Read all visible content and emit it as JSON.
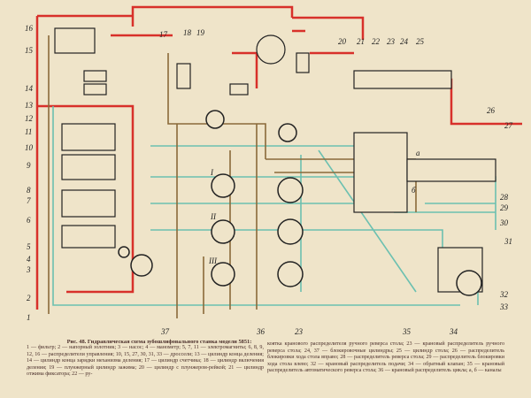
{
  "colors": {
    "background": "#efe4c9",
    "pressure_line": "#d8302a",
    "drain_line": "#6cc0b0",
    "control_line": "#8a6a3a",
    "outline": "#222222"
  },
  "labels": {
    "left": [
      "16",
      "15",
      "14",
      "13",
      "12",
      "11",
      "10",
      "9",
      "8",
      "7",
      "6",
      "5",
      "4",
      "3",
      "2",
      "1"
    ],
    "top": [
      "17",
      "18",
      "19",
      "20",
      "21",
      "22",
      "23",
      "24",
      "25"
    ],
    "right": [
      "26",
      "27",
      "28",
      "29",
      "30",
      "31",
      "32",
      "33"
    ],
    "bottom": [
      "37",
      "36",
      "23",
      "35",
      "34"
    ],
    "roman": [
      "I",
      "II",
      "III"
    ],
    "channels": [
      "а",
      "б"
    ]
  },
  "caption": {
    "title": "Рис. 48. Гидравлическая схема зубошлифовального станка модели 5851:",
    "left": "1 — фильтр; 2 — напорный золотник; 3 — насос; 4 — манометр; 5, 7, 11 — электромагниты; 6, 8, 9, 12, 16 — распределители управления; 10, 15, 27, 30, 31, 33 — дроссели; 13 — цилиндр конца деления; 14 — цилиндр конца зарядки механизма деления; 17 — цилиндр счетчика; 18 — цилиндр включения деления; 19 — плунжерный цилиндр зажима; 20 — цилиндр с плунжером-рейкой; 21 — цилиндр отжима фиксатора; 22 — ру-",
    "right": "коятка кранового распределителя ручного реверса стола; 23 — крановый распределитель ручного реверса стола; 24, 37 — блокировочные цилиндры; 25 — цилиндр стола; 26 — распределитель блокировки хода стола вправо; 28 — распределитель реверса стола; 29 — распределитель блокировки хода стола влево; 32 — крановый распределитель подачи; 34 — обратный клапан; 35 — крановый распределитель автоматического реверса стола; 36 — крановый распределитель цикла; а, б — каналы"
  }
}
